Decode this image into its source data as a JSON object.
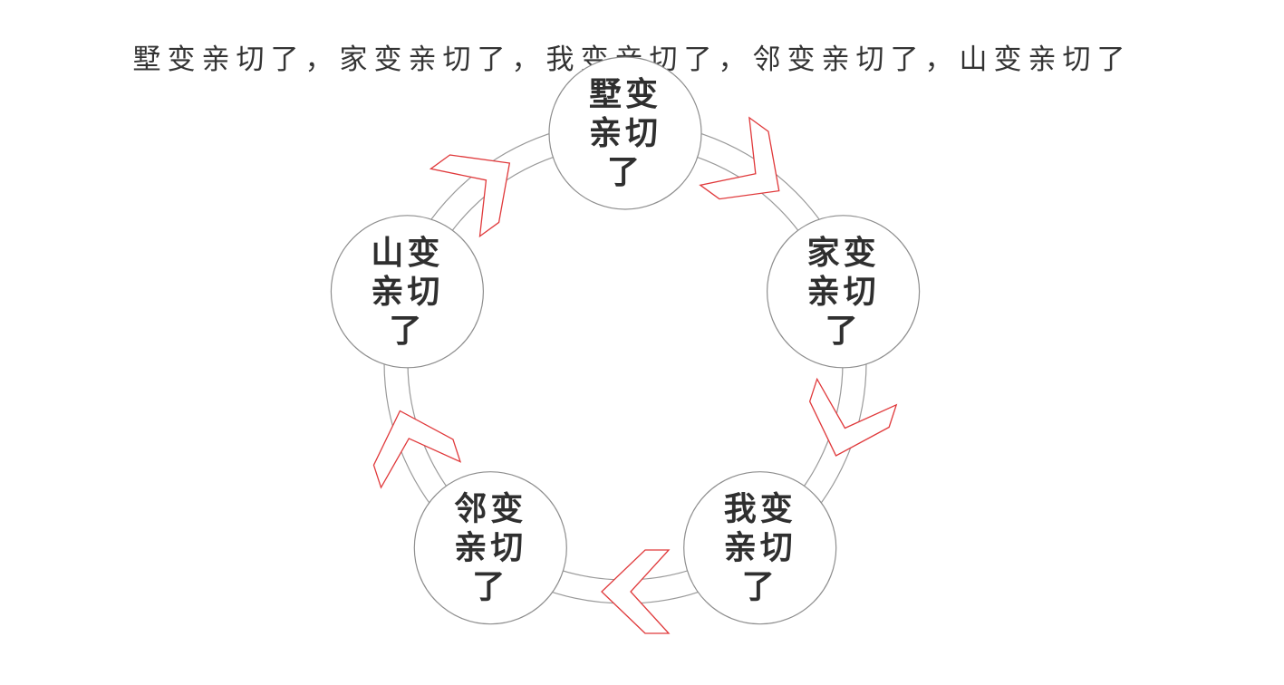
{
  "headline": "墅变亲切了，家变亲切了，我变亲切了，邻变亲切了，山变亲切了",
  "nodes": [
    {
      "id": "villa",
      "lines": [
        "墅变",
        "亲切",
        "了"
      ]
    },
    {
      "id": "home",
      "lines": [
        "家变",
        "亲切",
        "了"
      ]
    },
    {
      "id": "self",
      "lines": [
        "我变",
        "亲切",
        "了"
      ]
    },
    {
      "id": "neighbor",
      "lines": [
        "邻变",
        "亲切",
        "了"
      ]
    },
    {
      "id": "mountain",
      "lines": [
        "山变",
        "亲切",
        "了"
      ]
    }
  ],
  "colors": {
    "arrow_stroke": "#e0393b",
    "circle_stroke": "#8e8e8e",
    "ring_stroke": "#9a9a9a",
    "text": "#2f2f2f"
  },
  "arrow_direction": "clockwise"
}
